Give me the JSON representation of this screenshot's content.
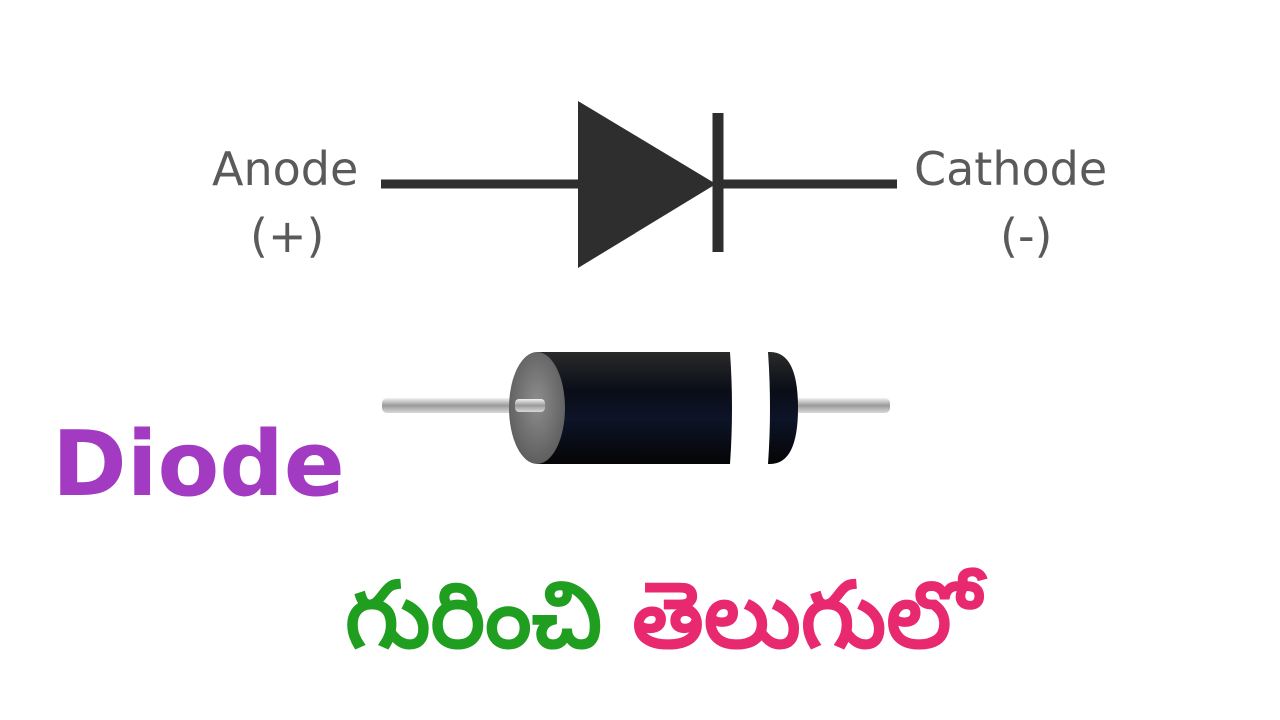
{
  "diagram": {
    "anode_label": "Anode",
    "anode_sign": "(+)",
    "cathode_label": "Cathode",
    "cathode_sign": "(-)"
  },
  "title": {
    "english": "Diode",
    "telugu_word_1": "గురించి",
    "telugu_word_2": "తెలుగులో"
  },
  "colors": {
    "label_gray": "#5a5a5a",
    "symbol_dark": "#2e2e2e",
    "title_purple": "#a23bc1",
    "telugu_green": "#1f9e1f",
    "telugu_pink": "#e8286f"
  },
  "icons": [
    "diode-symbol-icon",
    "diode-component-icon"
  ]
}
